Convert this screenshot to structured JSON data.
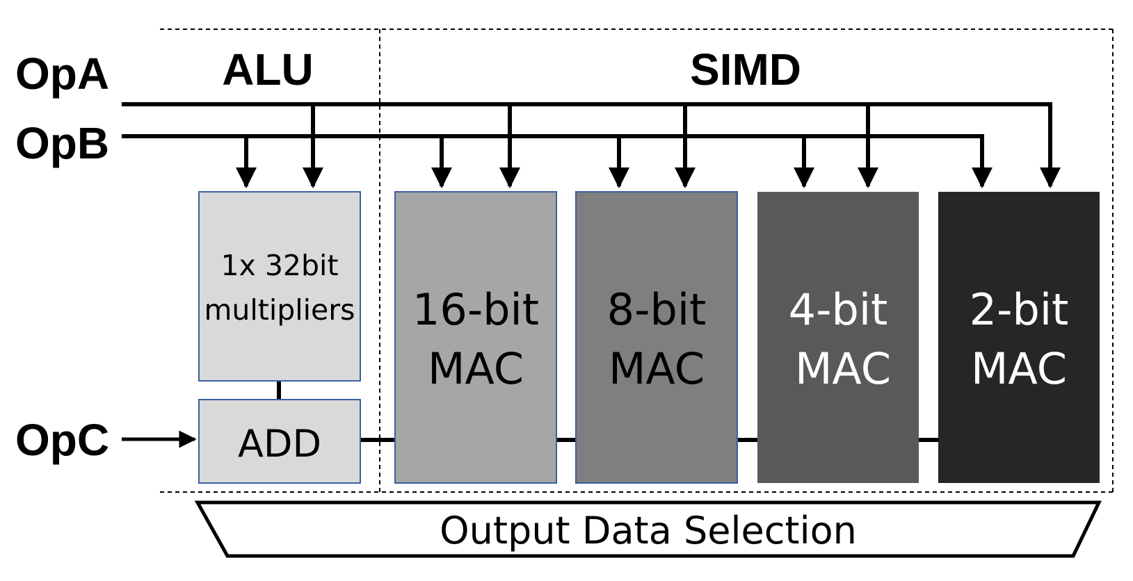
{
  "inputs": {
    "opa": "OpA",
    "opb": "OpB",
    "opc": "OpC"
  },
  "regions": {
    "alu": "ALU",
    "simd": "SIMD"
  },
  "blocks": {
    "multiplier_line1": "1x 32bit",
    "multiplier_line2": "multipliers",
    "add": "ADD",
    "mac16_line1": "16-bit",
    "mac16_line2": "MAC",
    "mac8_line1": "8-bit",
    "mac8_line2": "MAC",
    "mac4_line1": "4-bit",
    "mac4_line2": "MAC",
    "mac2_line1": "2-bit",
    "mac2_line2": "MAC"
  },
  "output": "Output Data Selection",
  "colors": {
    "alu_block": "#d9d9d9",
    "alu_border": "#3a5fa0",
    "mac16": "#a6a6a6",
    "mac8": "#7f7f7f",
    "mac4": "#595959",
    "mac2": "#262626"
  }
}
